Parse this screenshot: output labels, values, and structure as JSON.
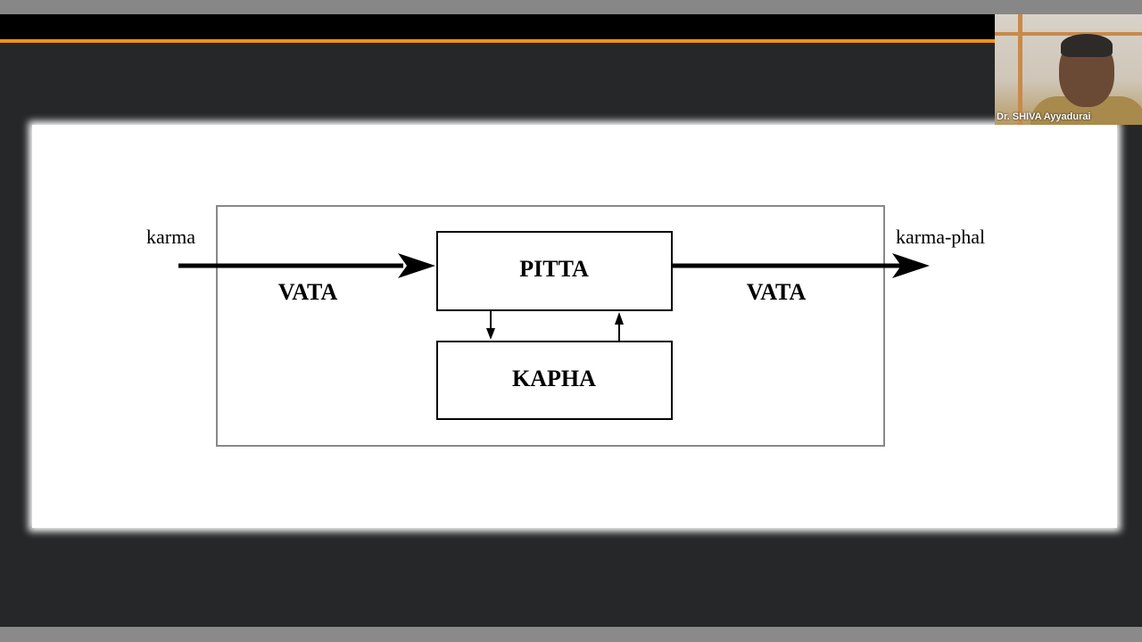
{
  "participant": {
    "name": "Dr. SHIVA Ayyadurai"
  },
  "colors": {
    "accent_bar": "#f39217",
    "background": "#262728"
  },
  "diagram": {
    "input_label": "karma",
    "output_label": "karma-phal",
    "left_flow_label": "VATA",
    "right_flow_label": "VATA",
    "top_box": "PITTA",
    "bottom_box": "KAPHA"
  }
}
